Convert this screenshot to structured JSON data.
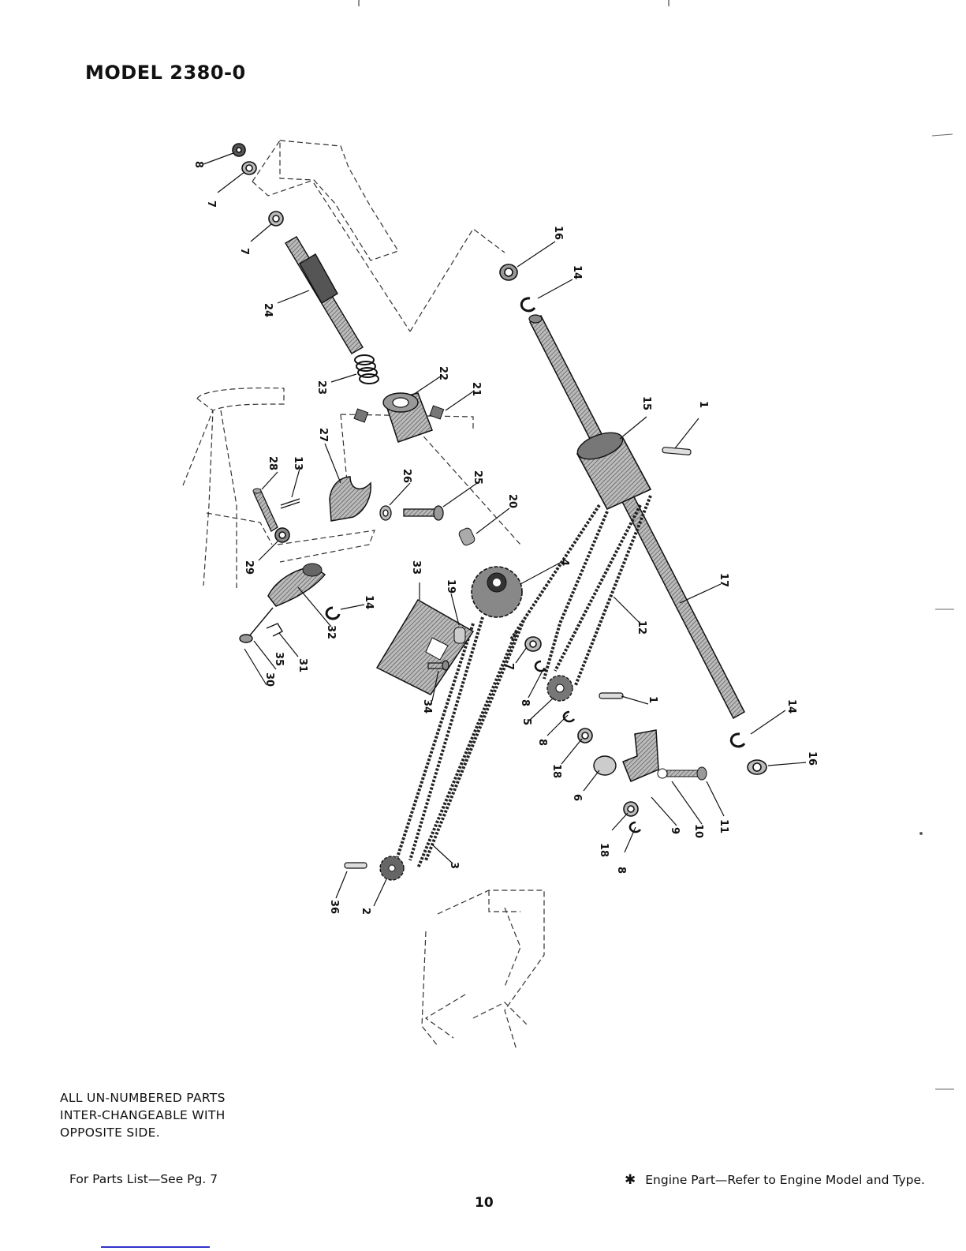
{
  "title": "MODEL 2380-0",
  "note_lines": [
    "ALL UN-NUMBERED PARTS",
    "INTER-CHANGEABLE WITH",
    "OPPOSITE SIDE."
  ],
  "footer": {
    "parts_list": "For Parts List—See Pg. 7",
    "engine_note": "Engine Part—Refer to Engine Model and Type.",
    "star_icon": "✱",
    "page_number": "10"
  },
  "callouts": [
    {
      "label": "8"
    },
    {
      "label": "7"
    },
    {
      "label": "7"
    },
    {
      "label": "24"
    },
    {
      "label": "23"
    },
    {
      "label": "22"
    },
    {
      "label": "21"
    },
    {
      "label": "27"
    },
    {
      "label": "28"
    },
    {
      "label": "13"
    },
    {
      "label": "26"
    },
    {
      "label": "25"
    },
    {
      "label": "20"
    },
    {
      "label": "29"
    },
    {
      "label": "14"
    },
    {
      "label": "32"
    },
    {
      "label": "31"
    },
    {
      "label": "35"
    },
    {
      "label": "30"
    },
    {
      "label": "33"
    },
    {
      "label": "19"
    },
    {
      "label": "34"
    },
    {
      "label": "4"
    },
    {
      "label": "16"
    },
    {
      "label": "14"
    },
    {
      "label": "15"
    },
    {
      "label": "1"
    },
    {
      "label": "17"
    },
    {
      "label": "12"
    },
    {
      "label": "7"
    },
    {
      "label": "8"
    },
    {
      "label": "5"
    },
    {
      "label": "8"
    },
    {
      "label": "1"
    },
    {
      "label": "18"
    },
    {
      "label": "6"
    },
    {
      "label": "9"
    },
    {
      "label": "10"
    },
    {
      "label": "11"
    },
    {
      "label": "18"
    },
    {
      "label": "8"
    },
    {
      "label": "14"
    },
    {
      "label": "16"
    },
    {
      "label": "3"
    },
    {
      "label": "2"
    },
    {
      "label": "36"
    }
  ]
}
